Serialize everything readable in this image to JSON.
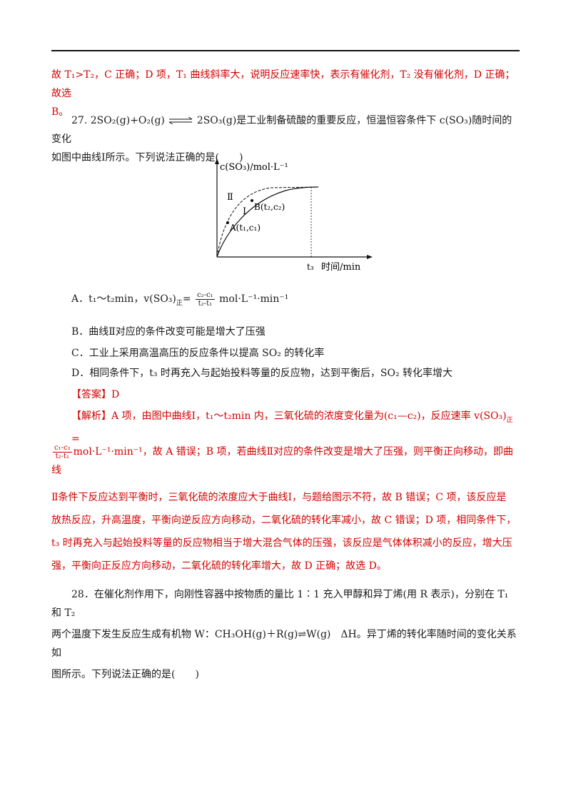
{
  "top_answer": {
    "line1": "故 T₁>T₂，C 正确；D 项，T₁ 曲线斜率大，说明反应速率快，表示有催化剂，T₂ 没有催化剂，D 正确；故选",
    "line2": "B。"
  },
  "q27": {
    "number": "27.",
    "eq_left": "2SO₂(g)+O₂(g)",
    "eq_right": "2SO₃(g)",
    "stem_rest": "是工业制备硫酸的重要反应，恒温恒容条件下 c(SO₃)随时间的变化",
    "stem_line2": "如图中曲线Ⅰ所示。下列说法正确的是(　　)"
  },
  "figure": {
    "ylabel": "c(SO₃)/mol·L⁻¹",
    "xlabel": "时间/min",
    "t3": "t₃",
    "curve1_label": "Ⅰ",
    "curve2_label": "Ⅱ",
    "pointA": "A(t₁,c₁)",
    "pointB": "B(t₂,c₂)"
  },
  "options": {
    "A_prefix": "A．t₁～t₂min，v(SO₃)",
    "A_sub": "正",
    "A_eq": "=",
    "A_num": "c₂-c₁",
    "A_den": "t₂-t₁",
    "A_unit": "mol·L⁻¹·min⁻¹",
    "B": "B．曲线Ⅱ对应的条件改变可能是增大了压强",
    "C": "C．工业上采用高温高压的反应条件以提高 SO₂ 的转化率",
    "D": "D．相同条件下，t₃ 时再充入与起始投料等量的反应物，达到平衡后，SO₂ 转化率增大"
  },
  "answer": "【答案】D",
  "analysis": {
    "line1_prefix": "【解析】A 项，由图中曲线Ⅰ，t₁～t₂min 内，三氧化硫的浓度变化量为(c₁—c₂)，反应速率 v(SO₃)",
    "line1_sub": "正",
    "line1_eq": "=",
    "frac_num": "c₁-c₂",
    "frac_den": "t₂-t₁",
    "line2_rest": "mol·L⁻¹·min⁻¹，故 A 错误；B 项，若曲线Ⅱ对应的条件改变是增大了压强，则平衡正向移动，即曲线",
    "line3": "Ⅱ条件下反应达到平衡时，三氧化硫的浓度应大于曲线Ⅰ，与题给图示不符，故 B 错误；C 项，该反应是",
    "line4": "放热反应，升高温度，平衡向逆反应方向移动，二氧化硫的转化率减小，故 C 错误；D 项，相同条件下，",
    "line5": "t₃ 时再充入与起始投料等量的反应物相当于增大混合气体的压强，该反应是气体体积减小的反应，增大压",
    "line6": "强，平衡向正反应方向移动，二氧化硫的转化率增大，故 D 正确；故选 D。"
  },
  "q28": {
    "line1": "28．在催化剂作用下，向刚性容器中按物质的量比 1∶1 充入甲醇和异丁烯(用 R 表示)，分别在 T₁ 和 T₂",
    "line2": "两个温度下发生反应生成有机物 W：CH₃OH(g)＋R(g)⇌W(g)　ΔH。异丁烯的转化率随时间的变化关系如",
    "line3": "图所示。下列说法正确的是(　　)"
  }
}
